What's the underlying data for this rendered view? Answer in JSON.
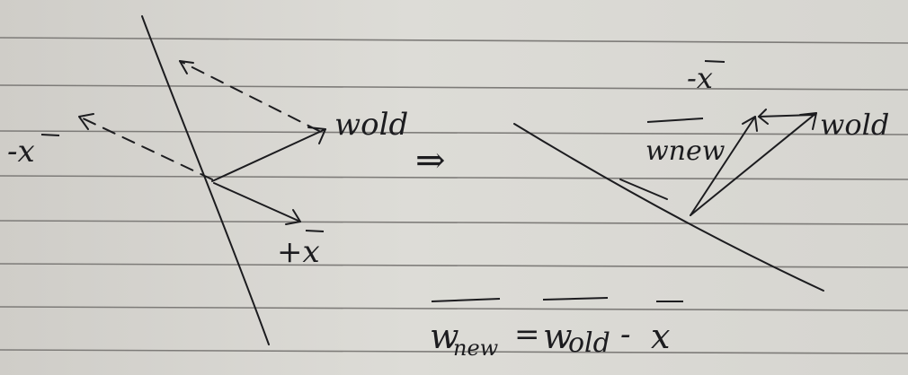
{
  "colors": {
    "paper": "#d9d8d3",
    "rule_line": "#7d7b78",
    "ink": "#1c1c1f"
  },
  "left_diagram": {
    "label_neg_x": "-x",
    "label_w_old": "wold",
    "label_pos_x": "+x"
  },
  "implies_symbol": "⇒",
  "right_diagram": {
    "label_neg_x": "-x",
    "label_w_new": "wnew",
    "label_w_old": "wold"
  },
  "equation": {
    "lhs_w": "w",
    "lhs_sub": "new",
    "equals": "=",
    "rhs_w": "w",
    "rhs_sub": "old",
    "minus": "-",
    "rhs_x": "x"
  }
}
